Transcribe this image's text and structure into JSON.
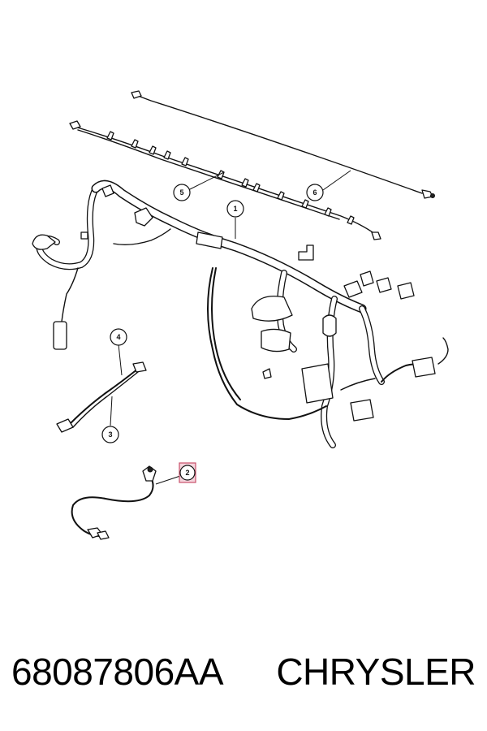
{
  "caption": {
    "part_number": "68087806AA",
    "brand": "CHRYSLER"
  },
  "callouts": [
    {
      "id": "1",
      "label": "1",
      "highlighted": false
    },
    {
      "id": "2",
      "label": "2",
      "highlighted": true
    },
    {
      "id": "3",
      "label": "3",
      "highlighted": false
    },
    {
      "id": "4",
      "label": "4",
      "highlighted": false
    },
    {
      "id": "5",
      "label": "5",
      "highlighted": false
    },
    {
      "id": "6",
      "label": "6",
      "highlighted": false
    }
  ],
  "colors": {
    "line": "#111111",
    "background": "#ffffff",
    "highlight_fill": "#f4d4dc",
    "highlight_stroke": "#c8506a"
  }
}
